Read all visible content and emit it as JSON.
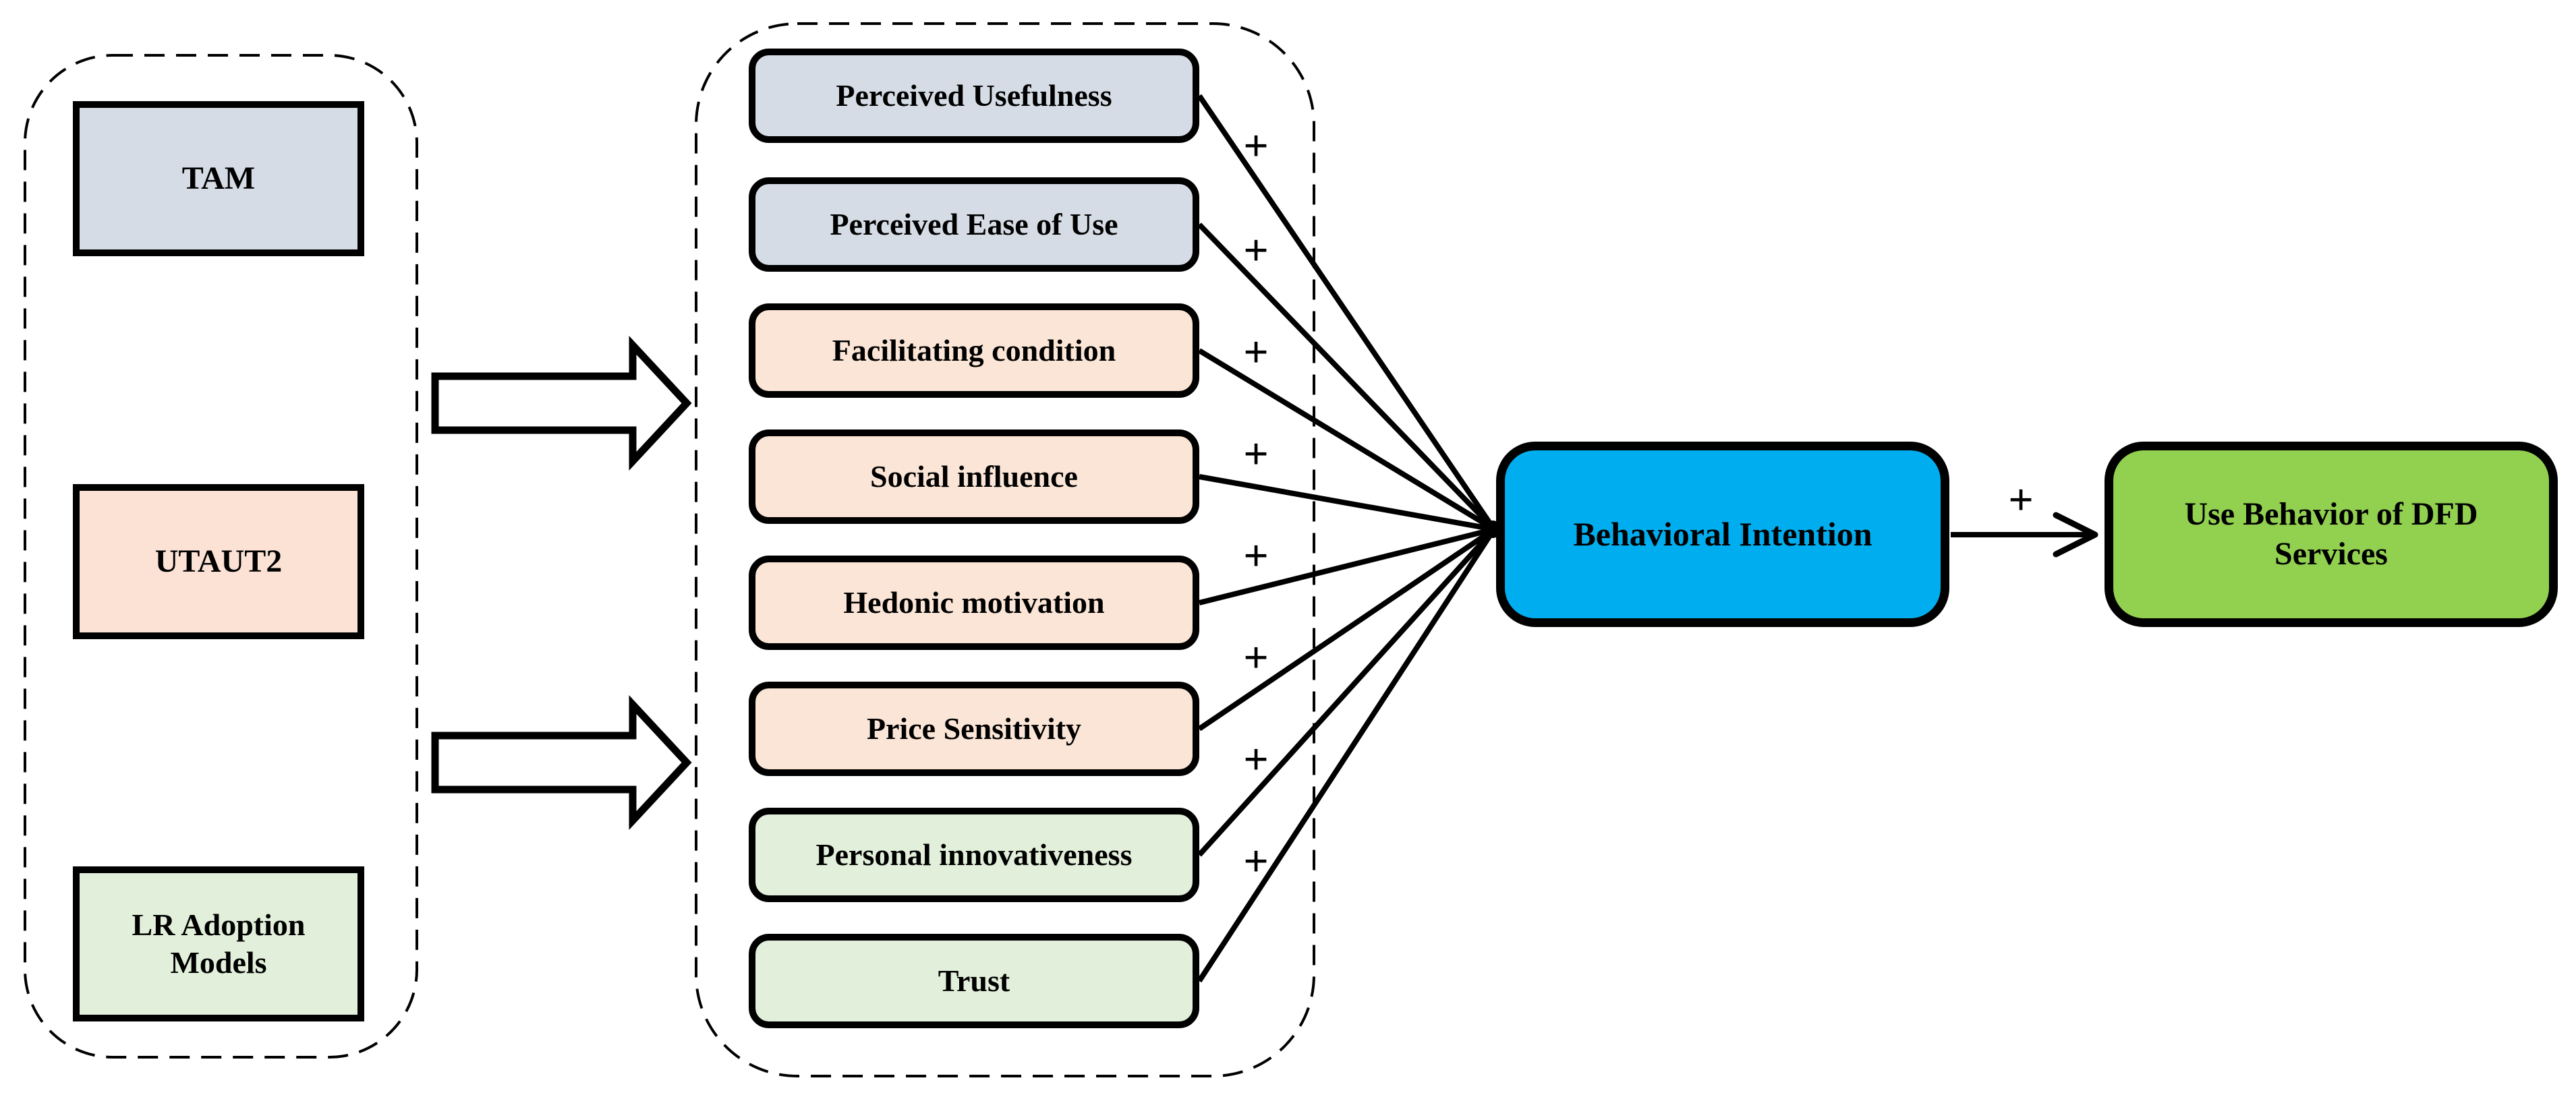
{
  "figure": {
    "type": "diagram",
    "background": "#FFFFFF",
    "line_color": "#000000",
    "source_models": [
      {
        "label": "TAM",
        "fill": "#D6DCE5"
      },
      {
        "label": "UTAUT2",
        "fill": "#FBE2D5"
      },
      {
        "label": "LR Adoption Models",
        "fill": "#E2EFDA"
      }
    ],
    "factors": [
      {
        "label": "Perceived Usefulness",
        "fill": "#D6DCE5",
        "sign": "+"
      },
      {
        "label": "Perceived Ease of Use",
        "fill": "#D6DCE5",
        "sign": "+"
      },
      {
        "label": "Facilitating condition",
        "fill": "#FBE5D6",
        "sign": "+"
      },
      {
        "label": "Social influence",
        "fill": "#FBE5D6",
        "sign": "+"
      },
      {
        "label": "Hedonic motivation",
        "fill": "#FBE5D6",
        "sign": "+"
      },
      {
        "label": "Price Sensitivity",
        "fill": "#FBE5D6",
        "sign": "+"
      },
      {
        "label": "Personal innovativeness",
        "fill": "#E2EFDA",
        "sign": "+"
      },
      {
        "label": "Trust",
        "fill": "#E2EFDA",
        "sign": "+"
      }
    ],
    "mediator": {
      "label": "Behavioral Intention",
      "fill": "#00AEEF"
    },
    "outcome": {
      "label": "Use Behavior of DFD Services",
      "fill": "#92D050"
    },
    "outcome_link_sign": "+"
  }
}
